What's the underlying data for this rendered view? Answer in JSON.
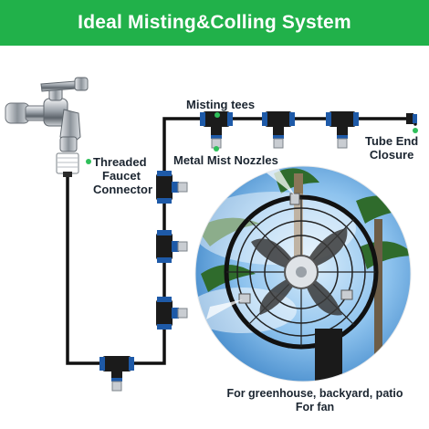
{
  "banner": {
    "title": "Ideal Misting&Colling System"
  },
  "labels": {
    "faucet_connector": [
      "Threaded",
      "Faucet",
      "Connector"
    ],
    "misting_tees": "Misting tees",
    "metal_mist_nozzles": "Metal Mist Nozzles",
    "tube_end_closure": [
      "Tube End",
      "Closure"
    ],
    "usage": [
      "For greenhouse, backyard, patio",
      "For fan"
    ]
  },
  "colors": {
    "banner": "#21b14a",
    "accent_dot": "#2fbf5a",
    "tube": "#111111",
    "connector_blue": "#1e5aa8",
    "nozzle_metal": "#c9cdd2"
  }
}
